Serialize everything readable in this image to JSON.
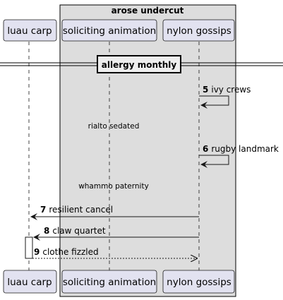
{
  "group": {
    "title": "arose undercut"
  },
  "participants": [
    {
      "id": "p1",
      "label": "luau carp"
    },
    {
      "id": "p2",
      "label": "soliciting animation"
    },
    {
      "id": "p3",
      "label": "nylon gossips"
    }
  ],
  "divider": {
    "label": "allergy monthly"
  },
  "messages": [
    {
      "num": "5",
      "text": "ivy crews"
    },
    {
      "num": "6",
      "text": "rugby landmark"
    },
    {
      "num": "7",
      "text": "resilient cancel"
    },
    {
      "num": "8",
      "text": "claw quartet"
    },
    {
      "num": "9",
      "text": "clothe fizzled"
    }
  ],
  "delays": [
    {
      "text": "rialto sedated"
    },
    {
      "text": "whammo paternity"
    }
  ],
  "colors": {
    "participant_fill": "#e2e2f0",
    "participant_stroke": "#181818",
    "group_fill": "#dddddd",
    "activation_fill": "#ffffff"
  }
}
